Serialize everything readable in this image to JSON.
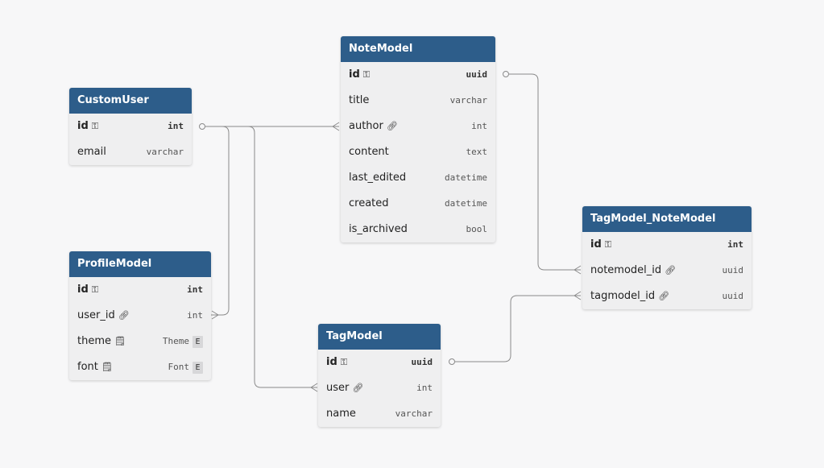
{
  "tables": {
    "customuser": {
      "name": "CustomUser",
      "fields": [
        {
          "name": "id",
          "type": "int",
          "icon": "key-icon"
        },
        {
          "name": "email",
          "type": "varchar"
        }
      ]
    },
    "notemodel": {
      "name": "NoteModel",
      "fields": [
        {
          "name": "id",
          "type": "uuid",
          "icon": "key-icon"
        },
        {
          "name": "title",
          "type": "varchar"
        },
        {
          "name": "author",
          "type": "int",
          "icon": "link-icon"
        },
        {
          "name": "content",
          "type": "text"
        },
        {
          "name": "last_edited",
          "type": "datetime"
        },
        {
          "name": "created",
          "type": "datetime"
        },
        {
          "name": "is_archived",
          "type": "bool"
        }
      ]
    },
    "profilemodel": {
      "name": "ProfileModel",
      "fields": [
        {
          "name": "id",
          "type": "int",
          "icon": "key-icon"
        },
        {
          "name": "user_id",
          "type": "int",
          "icon": "link-icon"
        },
        {
          "name": "theme",
          "type": "Theme",
          "icon": "note-icon",
          "enum_badge": "E"
        },
        {
          "name": "font",
          "type": "Font",
          "icon": "note-icon",
          "enum_badge": "E"
        }
      ]
    },
    "tagmodel": {
      "name": "TagModel",
      "fields": [
        {
          "name": "id",
          "type": "uuid",
          "icon": "key-icon"
        },
        {
          "name": "user",
          "type": "int",
          "icon": "link-icon"
        },
        {
          "name": "name",
          "type": "varchar"
        }
      ]
    },
    "tagmodel_notemodel": {
      "name": "TagModel_NoteModel",
      "fields": [
        {
          "name": "id",
          "type": "int",
          "icon": "key-icon"
        },
        {
          "name": "notemodel_id",
          "type": "uuid",
          "icon": "link-icon"
        },
        {
          "name": "tagmodel_id",
          "type": "uuid",
          "icon": "link-icon"
        }
      ]
    }
  },
  "relationships": [
    {
      "from": "customuser.id",
      "to": "notemodel.author"
    },
    {
      "from": "customuser.id",
      "to": "profilemodel.user_id"
    },
    {
      "from": "customuser.id",
      "to": "tagmodel.user"
    },
    {
      "from": "notemodel.id",
      "to": "tagmodel_notemodel.notemodel_id"
    },
    {
      "from": "tagmodel.id",
      "to": "tagmodel_notemodel.tagmodel_id"
    }
  ],
  "colors": {
    "header": "#2d5d8a",
    "body": "#efeff0",
    "line": "#8a8a8a",
    "background": "#f7f7f8"
  }
}
